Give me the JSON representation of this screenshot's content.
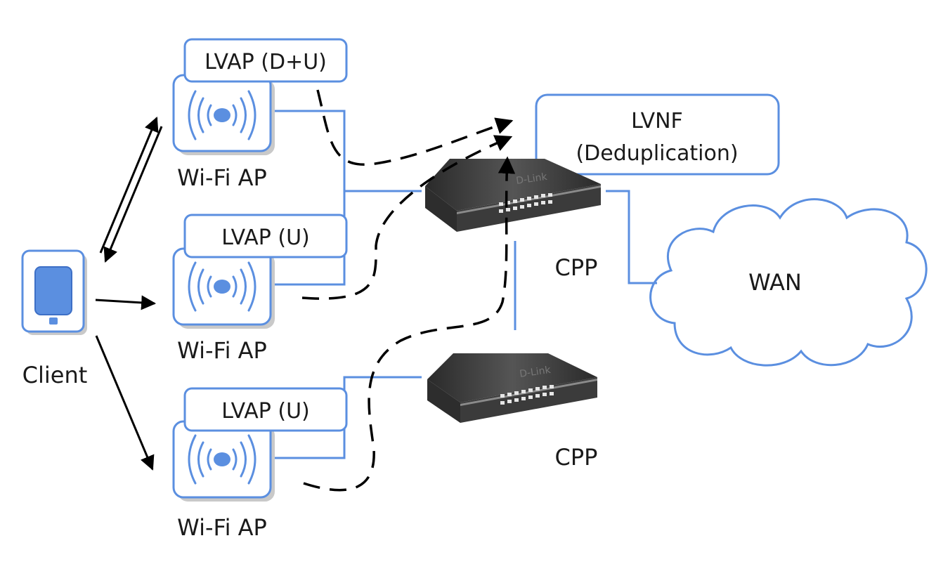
{
  "client": {
    "label": "Client"
  },
  "access_points": [
    {
      "label": "Wi-Fi AP",
      "lvap": "LVAP (D+U)"
    },
    {
      "label": "Wi-Fi AP",
      "lvap": "LVAP (U)"
    },
    {
      "label": "Wi-Fi AP",
      "lvap": "LVAP (U)"
    }
  ],
  "lvnf": {
    "line1": "LVNF",
    "line2": "(Deduplication)"
  },
  "cpp": [
    {
      "label": "CPP"
    },
    {
      "label": "CPP"
    }
  ],
  "wan": {
    "label": "WAN"
  },
  "switch_brand": "D-Link",
  "colors": {
    "accent": "#5b8fe0",
    "arrow": "#000000"
  }
}
